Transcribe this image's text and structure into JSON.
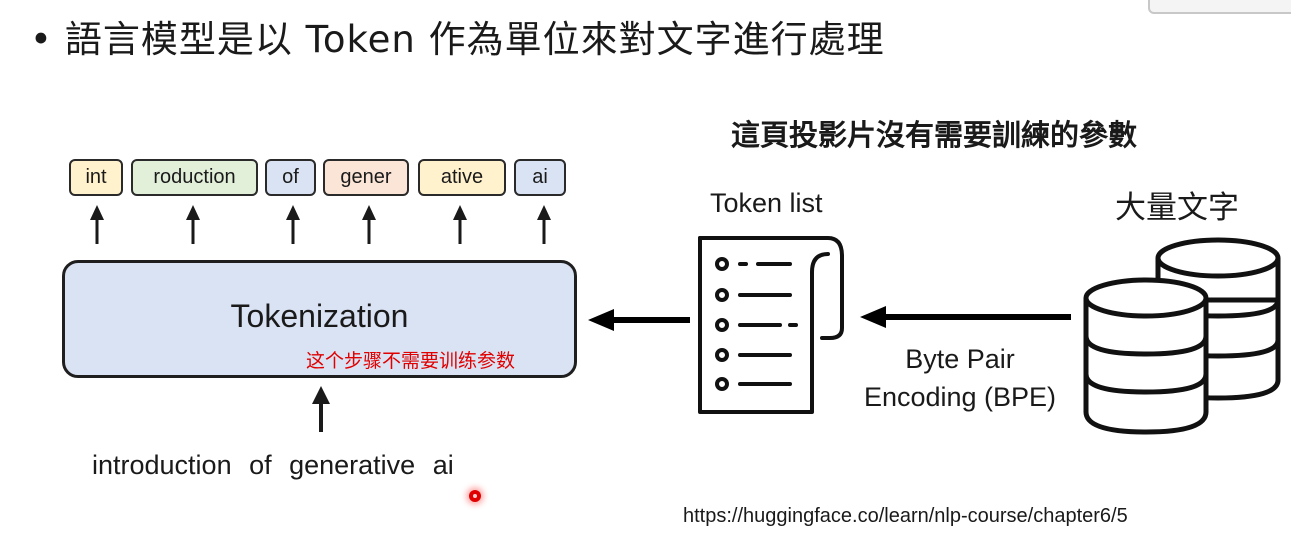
{
  "slide": {
    "bullet": "•",
    "heading": "語言模型是以 Token 作為單位來對文字進行處理"
  },
  "tokens": [
    {
      "text": "int",
      "color": "#fff2cc"
    },
    {
      "text": "roduction",
      "color": "#e2f0d9"
    },
    {
      "text": "of",
      "color": "#dae3f3"
    },
    {
      "text": "gener",
      "color": "#fbe5d6"
    },
    {
      "text": "ative",
      "color": "#fff2cc"
    },
    {
      "text": "ai",
      "color": "#dae3f3"
    }
  ],
  "tokenizer": {
    "label": "Tokenization",
    "note": "这个步骤不需要训练参数"
  },
  "input_text": "introduction of generative ai",
  "right_panel": {
    "heading": "這頁投影片沒有需要訓練的參數",
    "token_list_label": "Token list",
    "corpus_label": "大量文字",
    "bpe_line1": "Byte Pair",
    "bpe_line2": "Encoding (BPE)"
  },
  "source_url": "https://huggingface.co/learn/nlp-course/chapter6/5",
  "colors": {
    "tokenizer_fill": "#dae3f3",
    "note_red": "#e00000"
  }
}
